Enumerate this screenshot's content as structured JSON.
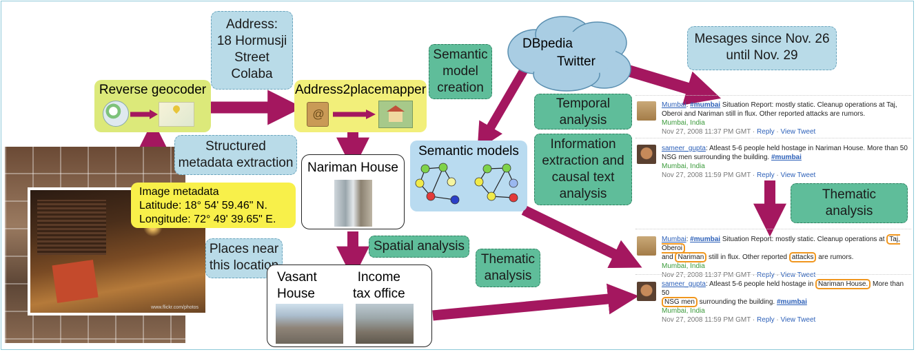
{
  "nodes": {
    "reverse_geocoder": "Reverse geocoder",
    "address": "Address:\n18 Hormusji\nStreet\nColaba",
    "address2placemapper": "Address2placemapper",
    "semantic_model_creation": "Semantic\nmodel\ncreation",
    "dbpedia": "DBpedia",
    "twitter": "Twitter",
    "messages": "Mesages since Nov. 26\nuntil Nov. 29",
    "structured_metadata": "Structured\nmetadata extraction",
    "nariman_house": "Nariman House",
    "semantic_models": "Semantic models",
    "temporal_analysis": "Temporal\nanalysis",
    "information_extraction": "Information\nextraction and\ncausal text\nanalysis",
    "thematic_analysis_right": "Thematic\nanalysis",
    "spatial_analysis": "Spatial analysis",
    "thematic_analysis_mid": "Thematic\nanalysis",
    "places_near": "Places near\nthis location",
    "vasant_house": "Vasant\nHouse",
    "income_tax_office": "Income\ntax office"
  },
  "image_metadata": {
    "title": "Image metadata",
    "latitude": "Latitude: 18° 54' 59.46\" N.",
    "longitude": "Longitude: 72° 49' 39.65\" E."
  },
  "photo_credit": "www.flickr.com/photos",
  "tweets_top": [
    {
      "user": "Mumbai",
      "tag": "#mumbai",
      "text": " Situation Report: mostly static. Cleanup operations at Taj, Oberoi and Nariman still in flux. Other reported attacks are rumors.",
      "location": "Mumbai, India",
      "time": "Nov 27, 2008 11:37 PM GMT",
      "reply": "Reply",
      "view": "View Tweet"
    },
    {
      "user": "sameer_gupta",
      "text": ": Atleast 5-6 people held hostage in Nariman House. More than 50 NSG men surrounding the building. ",
      "tag": "#mumbai",
      "location": "Mumbai, India",
      "time": "Nov 27, 2008 11:59 PM GMT",
      "reply": "Reply",
      "view": "View Tweet"
    }
  ],
  "tweets_bottom": [
    {
      "user": "Mumbai",
      "tag": "#mumbai",
      "text_a": " Situation Report: mostly static. Cleanup operations at ",
      "hl_1": "Taj, Oberoi",
      "text_b": "and ",
      "hl_2": "Nariman",
      "text_c": " still in flux. Other reported ",
      "hl_3": "attacks",
      "text_d": " are rumors.",
      "location": "Mumbai, India",
      "time": "Nov 27, 2008 11:37 PM GMT",
      "reply": "Reply",
      "view": "View Tweet"
    },
    {
      "user": "sameer_gupta",
      "text_a": ": Atleast 5-6 people held hostage in ",
      "hl_1": "Nariman House.",
      "text_b": " More than 50 ",
      "hl_2": "NSG men",
      "text_c": " surrounding the building. ",
      "tag": "#mumbai",
      "location": "Mumbai, India",
      "time": "Nov 27, 2008 11:59 PM GMT",
      "reply": "Reply",
      "view": "View Tweet"
    }
  ],
  "colors": {
    "arrow": "#a4175f",
    "blue_box": "#b9dbe8",
    "green_box": "#5fbd9a",
    "yellow_green": "#dce97a",
    "yellow": "#f8f04a",
    "highlight": "#f0961e"
  }
}
